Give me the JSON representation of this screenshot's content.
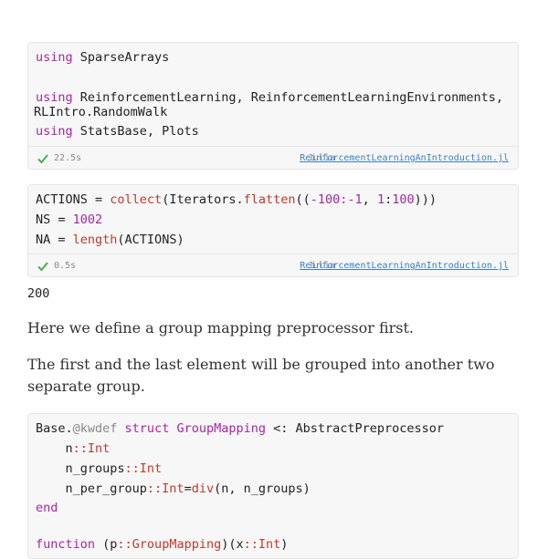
{
  "cell1": {
    "lines": [
      {
        "kw": "using",
        "rest": " SparseArrays"
      },
      {
        "kw": "using",
        "rest": " ReinforcementLearning, ReinforcementLearningEnvironments,"
      },
      {
        "kw": "",
        "rest": "RLIntro.RandomWalk"
      },
      {
        "kw": "using",
        "rest": " StatsBase, Plots"
      }
    ],
    "time": "22.5s",
    "lang": "Julia",
    "notebook": "ReinforcementLearningAnIntroduction.jl"
  },
  "cell2": {
    "line1": {
      "a": "ACTIONS = ",
      "b": "collect",
      "c": "(Iterators.",
      "d": "flatten",
      "e": "((",
      "f": "-100:-1",
      "g": ", ",
      "h": "1",
      "i": ":",
      "j": "100",
      "k": ")))"
    },
    "line2": {
      "a": "NS = ",
      "b": "1002"
    },
    "line3": {
      "a": "NA = ",
      "b": "length",
      "c": "(ACTIONS)"
    },
    "time": "0.5s",
    "lang": "Julia",
    "notebook": "ReinforcementLearningAnIntroduction.jl"
  },
  "output2": "200",
  "para1": "Here we define a group mapping preprocessor first.",
  "para2": "The first and the last element will be grouped into another two separate group.",
  "cell3": {
    "l1": {
      "a": "Base.",
      "b": "@kwdef",
      "c": " struct ",
      "d": "GroupMapping",
      "e": " <: AbstractPreprocessor"
    },
    "l2": {
      "a": "    n",
      "b": "::Int"
    },
    "l3": {
      "a": "    n_groups",
      "b": "::Int"
    },
    "l4": {
      "a": "    n_per_group",
      "b": "::Int",
      "c": "=",
      "d": "div",
      "e": "(n, n_groups)"
    },
    "l5": {
      "a": "end"
    },
    "l6": {
      "a": "function",
      "b": " (p",
      "c": "::GroupMapping",
      "d": ")(x",
      "e": "::Int",
      "f": ")"
    }
  }
}
